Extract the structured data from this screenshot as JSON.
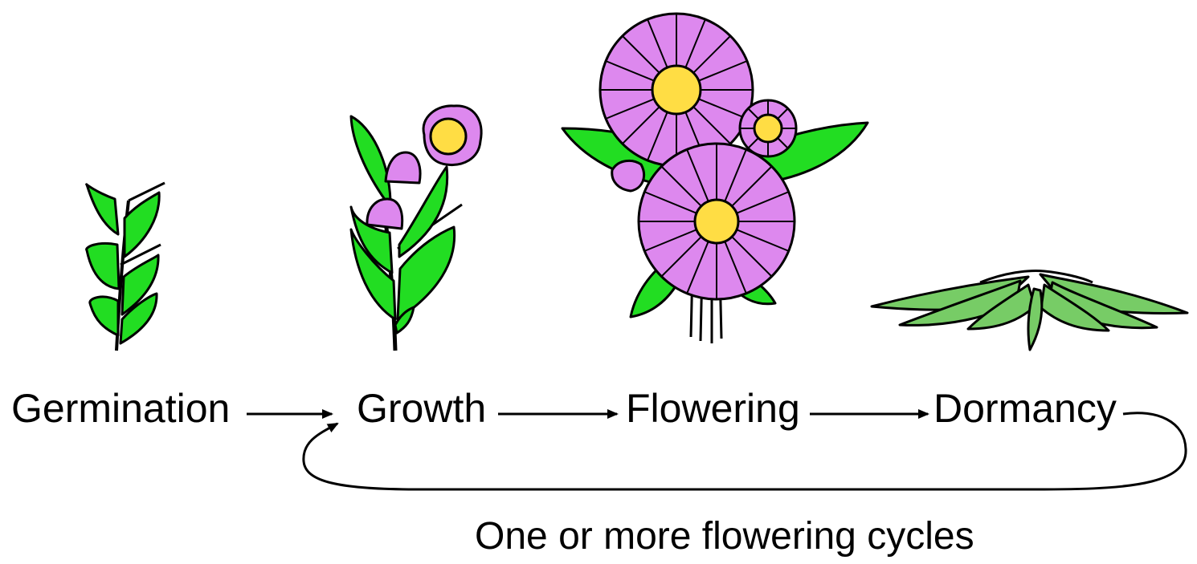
{
  "stages": {
    "germination": "Germination",
    "growth": "Growth",
    "flowering": "Flowering",
    "dormancy": "Dormancy"
  },
  "cycle_label": "One or more flowering cycles",
  "colors": {
    "leaf_fill": "#22dd22",
    "leaf_dormant": "#77cc66",
    "petal": "#dd88ee",
    "flower_center": "#ffdd44",
    "outline": "#000000",
    "background": "#ffffff"
  },
  "icons": [
    "seedling-icon",
    "growing-plant-icon",
    "flowering-plant-icon",
    "dormant-rosette-icon"
  ]
}
